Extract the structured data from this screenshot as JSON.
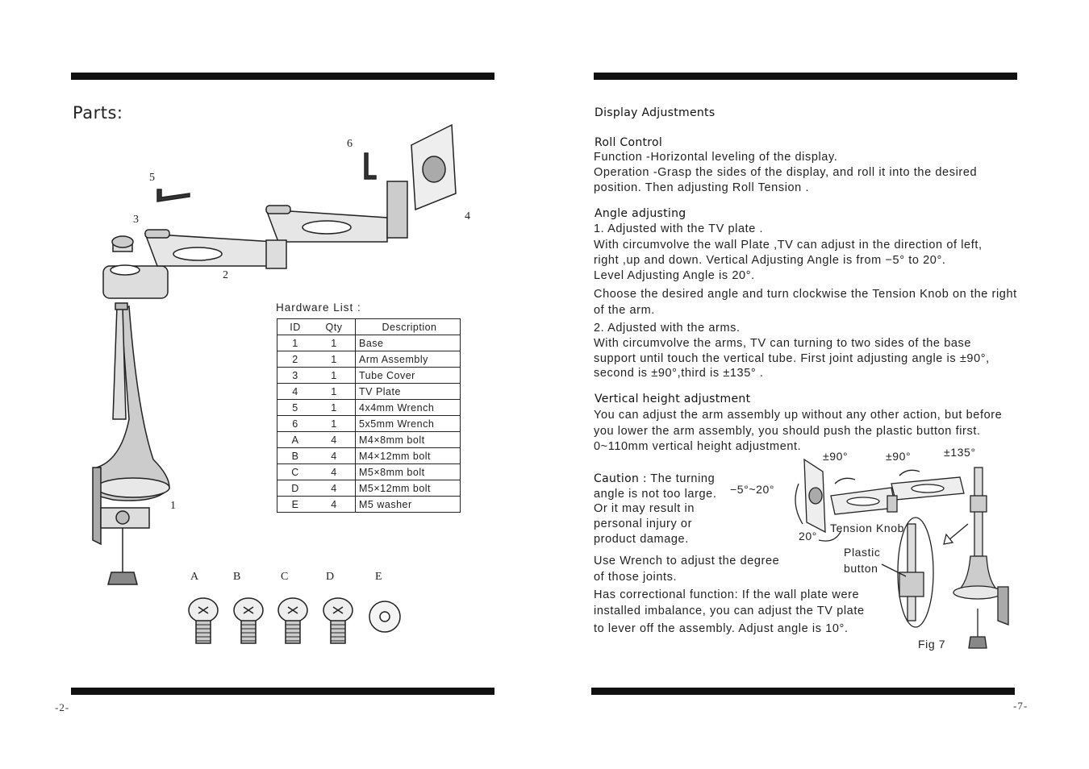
{
  "left_page": {
    "title": "Parts:",
    "part_callouts": [
      "1",
      "2",
      "3",
      "4",
      "5",
      "6"
    ],
    "hardware_label": "Hardware  List :",
    "table": {
      "headers": [
        "ID",
        "Qty",
        "Description"
      ],
      "rows": [
        [
          "1",
          "1",
          "Base"
        ],
        [
          "2",
          "1",
          "Arm Assembly"
        ],
        [
          "3",
          "1",
          "Tube Cover"
        ],
        [
          "4",
          "1",
          "TV Plate"
        ],
        [
          "5",
          "1",
          "4x4mm Wrench"
        ],
        [
          "6",
          "1",
          "5x5mm Wrench"
        ],
        [
          "A",
          "4",
          "M4×8mm bolt"
        ],
        [
          "B",
          "4",
          "M4×12mm bolt"
        ],
        [
          "C",
          "4",
          "M5×8mm bolt"
        ],
        [
          "D",
          "4",
          "M5×12mm bolt"
        ],
        [
          "E",
          "4",
          "M5 washer"
        ]
      ]
    },
    "bolt_labels": [
      "A",
      "B",
      "C",
      "D",
      "E"
    ],
    "page_number": "-2-"
  },
  "right_page": {
    "heading": "Display Adjustments",
    "roll": {
      "title": "Roll Control",
      "function": "Function -Horizontal leveling of the display.",
      "operation_1": "Operation -Grasp the sides of the display, and roll it into the desired",
      "operation_2": "position. Then adjusting Roll Tension ."
    },
    "angle": {
      "title": "Angle adjusting",
      "l1": "1.  Adjusted with the TV plate .",
      "l2": "With circumvolve the wall Plate ,TV can adjust in the direction of  left,",
      "l3": "right ,up and down. Vertical  Adjusting Angle is from −5° to 20°.",
      "l4": "Level Adjusting Angle is 20°.",
      "l5": "Choose the desired angle and turn clockwise the Tension Knob on the right",
      "l6": "of the arm.",
      "l7": "2. Adjusted with the arms.",
      "l8": "With circumvolve the arms, TV can turning to two sides of the base",
      "l9": "support until touch the vertical tube. First joint adjusting angle is ±90°,",
      "l10": "second  is ±90°,third is ±135° ."
    },
    "vertical": {
      "title": "Vertical height adjustment",
      "l1": "You can adjust the arm assembly up without any other action, but before",
      "l2": "you lower the arm assembly, you should push the plastic button first.",
      "l3": "0~110mm vertical height adjustment."
    },
    "caution": {
      "label": "Caution :",
      "l1": " The turning",
      "l2": "angle is not too large.",
      "l3": "Or it may result in",
      "l4": "personal injury or",
      "l5": "product damage."
    },
    "wrench": {
      "l1": "Use Wrench to adjust the degree",
      "l2": "of those joints."
    },
    "correction": {
      "l1": "Has correctional function: If the wall plate were",
      "l2": "installed imbalance, you can adjust the TV plate",
      "l3": "to lever off the assembly. Adjust angle is 10°."
    },
    "figure": {
      "a1": "±90°",
      "a2": "±90°",
      "a3": "±135°",
      "a4": "−5°~20°",
      "a5": "20°",
      "tension": "Tension Knob",
      "plastic_1": "Plastic",
      "plastic_2": "button",
      "caption": "Fig  7"
    },
    "page_number": "-7-"
  }
}
